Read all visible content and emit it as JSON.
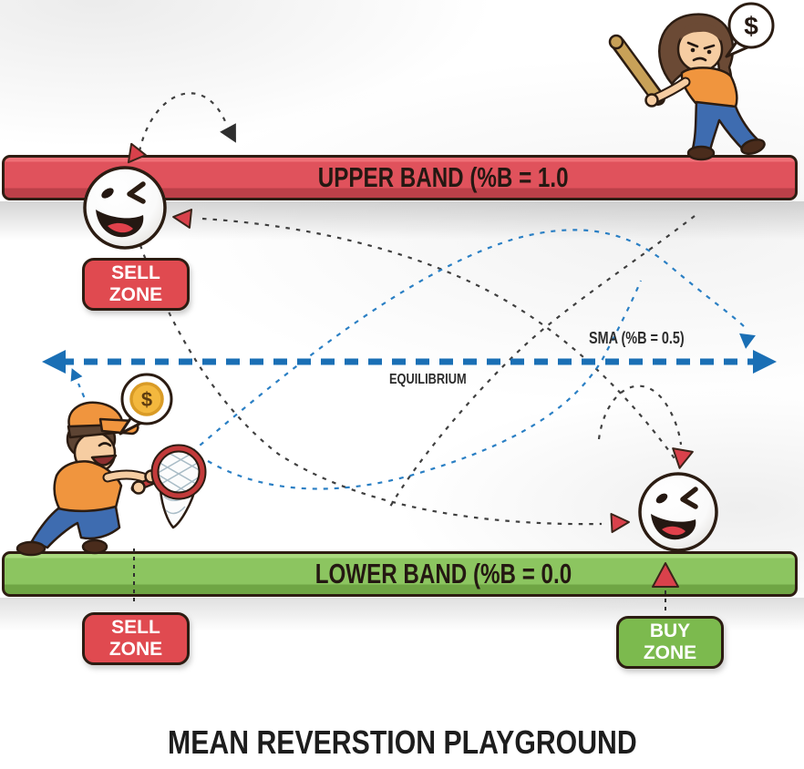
{
  "title": "MEAN REVERSTION PLAYGROUND",
  "bands": {
    "upper": {
      "label": "UPPER BAND (%B = 1.0",
      "fill": "#e0525c"
    },
    "lower": {
      "label": "LOWER BAND (%B = 0.0",
      "fill": "#8cc560"
    }
  },
  "midline": {
    "sma_label": "SMA (%B = 0.5)",
    "equilibrium_label": "EQUILIBRIUM",
    "color": "#1a6fb5"
  },
  "badges": {
    "sell_upper": {
      "line1": "SELL",
      "line2": "ZONE",
      "fill": "#e04a50"
    },
    "sell_lower": {
      "line1": "SELL",
      "line2": "ZONE",
      "fill": "#e04a50"
    },
    "buy": {
      "line1": "BUY",
      "line2": "ZONE",
      "fill": "#7cba4e"
    }
  },
  "speech_bubbles": {
    "batter_dollar": "$",
    "catcher_dollar": "$"
  },
  "icons": {
    "smiley_upper": "winking-smiley-ball",
    "smiley_lower": "winking-smiley-ball",
    "batter": "girl-with-baseball-bat",
    "catcher": "boy-with-butterfly-net"
  },
  "colors": {
    "dashed_dark": "#3f3f3f",
    "arrow_red": "#d9414b",
    "arrow_blue": "#1a6fb5",
    "outline": "#2b1c12"
  }
}
